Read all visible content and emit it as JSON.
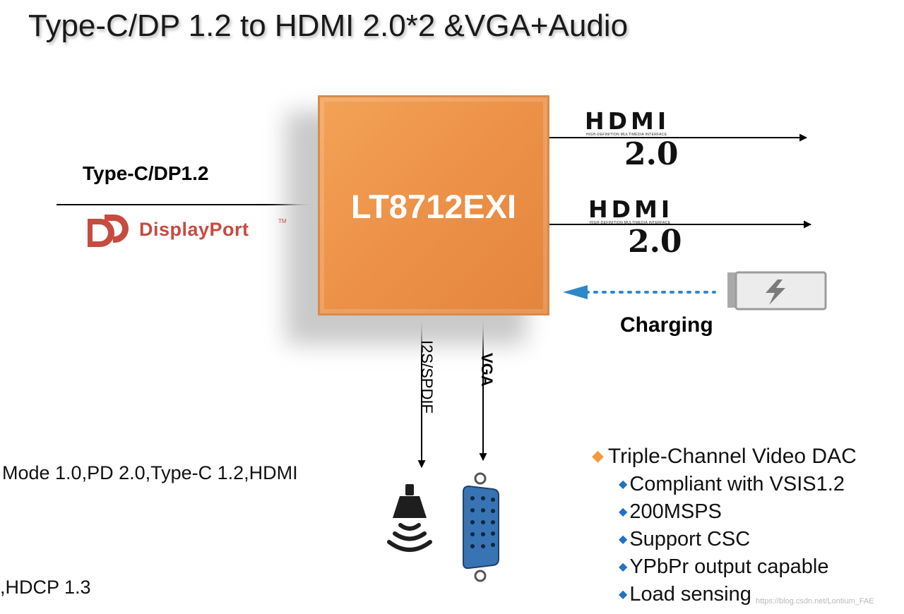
{
  "title": "Type-C/DP 1.2 to HDMI 2.0*2 &VGA+Audio",
  "chip": {
    "name": "LT8712EXI",
    "color": "#ec9148"
  },
  "input": {
    "label": "Type-C/DP1.2",
    "brand_logo": "DisplayPort"
  },
  "outputs": {
    "hdmi": [
      {
        "logo": "HDMI",
        "version": "2.0",
        "tagline": "HIGH-DEFINITION MULTIMEDIA INTERFACE"
      },
      {
        "logo": "HDMI",
        "version": "2.0",
        "tagline": "HIGH-DEFINITION MULTIMEDIA INTERFACE"
      }
    ],
    "audio_label": "I2S/SPDIF",
    "vga_label": "VGA",
    "audio_icon": "speaker-icon",
    "vga_icon": "vga-connector-icon"
  },
  "charging": {
    "label": "Charging",
    "icon": "battery-charging-icon"
  },
  "fragments": [
    "Mode 1.0,PD 2.0,Type-C 1.2,HDMI",
    ",HDCP 1.3"
  ],
  "dac": {
    "heading": "Triple-Channel Video DAC",
    "items": [
      "Compliant with VSIS1.2",
      "200MSPS",
      "Support CSC",
      "YPbPr output capable",
      "Load sensing"
    ]
  },
  "bullets": {
    "orange": "◆",
    "blue": "◆"
  },
  "colors": {
    "chip": "#ec9148",
    "displayport": "#c64b40",
    "charging_arrow": "#2e88c9",
    "vga": "#3874b3"
  },
  "watermark": "https://blog.csdn.net/Lontium_FAE"
}
